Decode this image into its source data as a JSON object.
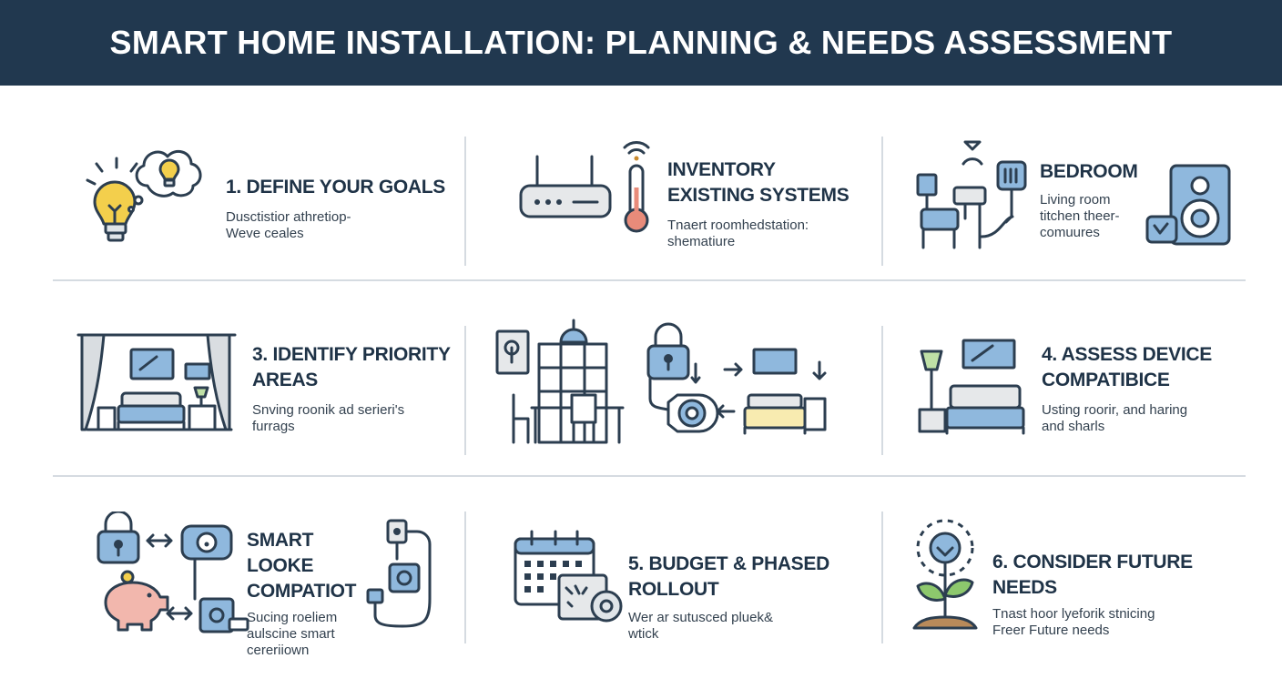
{
  "header": {
    "title": "SMART HOME INSTALLATION: PLANNING & NEEDS ASSESSMENT"
  },
  "colors": {
    "header_bg": "#21384f",
    "accent_blue": "#8fb8dd",
    "accent_yellow": "#f3cf4c",
    "accent_green": "#8dc86d",
    "accent_pink": "#f2b7ad"
  },
  "cells": [
    {
      "title": "1. DEFINE YOUR GOALS",
      "desc": [
        "Dusctistior athretiop-",
        "Weve ceales"
      ],
      "icon": "lightbulb-thought-icon"
    },
    {
      "title": "INVENTORY EXISTING SYSTEMS",
      "title_lines": [
        "INVENTORY",
        "EXISTING SYSTEMS"
      ],
      "desc": [
        "Tnaert roomhedstation:",
        "shematiure"
      ],
      "icon": "router-thermometer-icon"
    },
    {
      "title": "BEDROOM",
      "desc": [
        "Living room",
        "titchen theer-",
        "comuures"
      ],
      "icon": "room-devices-speaker-icon"
    },
    {
      "title": "3. IDENTIFY PRIORITY AREAS",
      "title_lines": [
        "3. IDENTIFY PRIORITY",
        "AREAS"
      ],
      "desc": [
        "Snving roonik ad serieri's",
        "furrags"
      ],
      "icon": "bedroom-scene-icon"
    },
    {
      "title": "",
      "desc": [],
      "icon": "house-devices-network-icon"
    },
    {
      "title": "4. ASSESS DEVICE COMPATIBICE",
      "title_lines": [
        "4. ASSESS DEVICE",
        "COMPATIBICE"
      ],
      "desc": [
        "Usting roorir, and haring",
        "and sharls"
      ],
      "icon": "bedroom-tv-icon"
    },
    {
      "title": "SMART LOOKE COMPATIOT",
      "title_lines": [
        "SMART LOOKE",
        "COMPATIOT"
      ],
      "desc": [
        "Sucing roeliem",
        "aulscine smart",
        "cereriiown"
      ],
      "icon": "lock-savings-plug-icon"
    },
    {
      "title": "5. BUDGET & PHASED ROLLOUT",
      "desc": [
        "Wer ar sutusced pluek&",
        "wtick"
      ],
      "icon": "calendar-icon"
    },
    {
      "title": "6. CONSIDER FUTURE NEEDS",
      "desc": [
        "Tnast hoor lyeforik stnicing",
        "Freer Future needs"
      ],
      "icon": "sprout-future-icon"
    }
  ]
}
